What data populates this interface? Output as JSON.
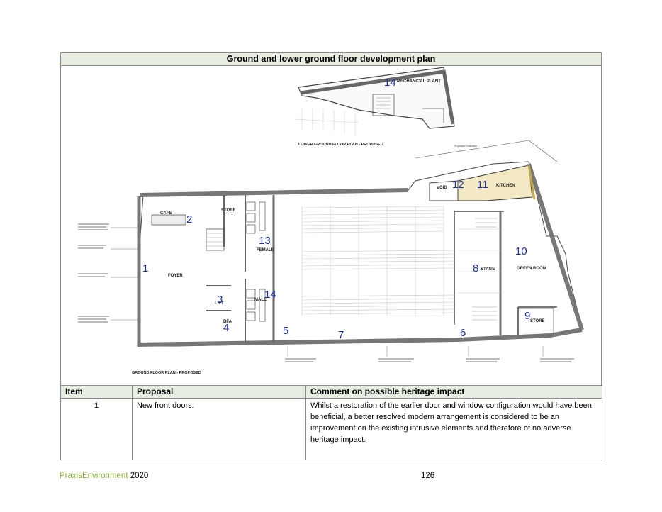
{
  "document": {
    "section_title": "Ground and lower ground floor development plan",
    "footer_brand": "PraxisEnvironment",
    "footer_year": "2020",
    "page_number": "126"
  },
  "plan": {
    "lower_ground_caption": "LOWER GROUND FLOOR PLAN - PROPOSED",
    "ground_caption": "GROUND FLOOR PLAN - PROPOSED",
    "rooms": {
      "mechanical_plant": "MECHANICAL PLANT",
      "cafe": "CAFE",
      "store_top": "STORE",
      "female": "FEMALE",
      "foyer": "FOYER",
      "lift": "LIFT",
      "bfa": "BFA",
      "male": "MALE",
      "void": "VOID",
      "kitchen": "KITCHEN",
      "stage": "STAGE",
      "green_room": "GREEN ROOM",
      "store_right": "STORE"
    },
    "numbers": {
      "n1": "1",
      "n2": "2",
      "n3": "3",
      "n4": "4",
      "n5": "5",
      "n6": "6",
      "n7": "7",
      "n8": "8",
      "n9": "9",
      "n10": "10",
      "n11": "11",
      "n12": "12",
      "n13": "13",
      "n14a": "14",
      "n14b": "14"
    },
    "annotations": {
      "proposed_extension": "Proposed Extension"
    }
  },
  "table": {
    "headers": {
      "item": "Item",
      "proposal": "Proposal",
      "comment": "Comment on possible heritage impact"
    },
    "rows": [
      {
        "item": "1",
        "proposal": "New front doors.",
        "comment": "Whilst a restoration of the earlier door and window configuration would have been beneficial, a better resolved modern arrangement is considered to be an improvement on the existing intrusive elements and therefore of no adverse heritage impact."
      }
    ]
  },
  "colors": {
    "brand_green": "#8cb33d",
    "header_fill": "#e8ede2",
    "number_blue": "#1a2fa0",
    "kitchen_fill": "#f3e9c4"
  }
}
